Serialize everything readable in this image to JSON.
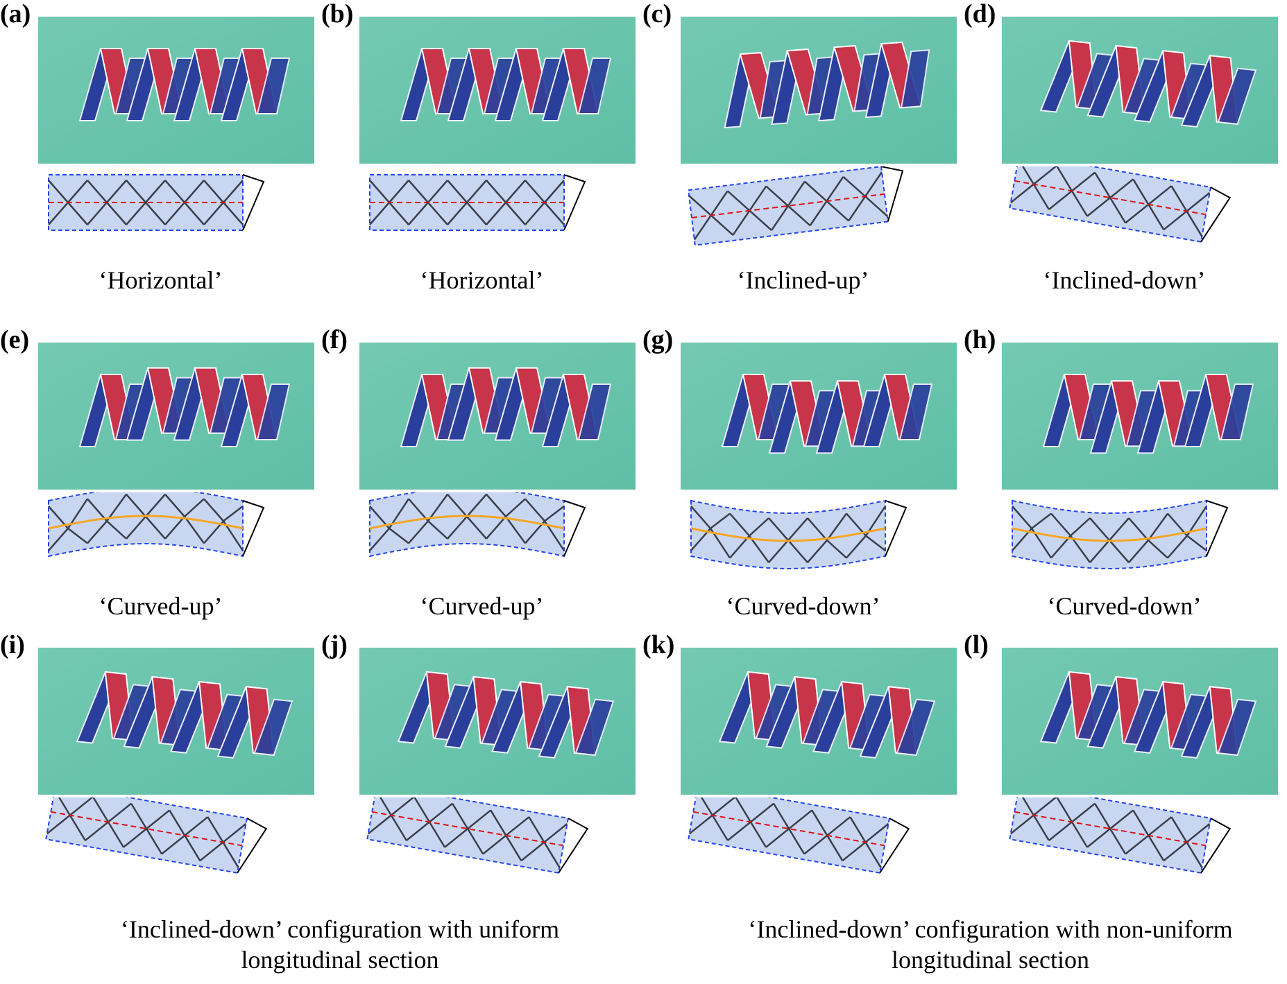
{
  "panels": [
    {
      "label": "(a)",
      "caption": "‘Horizontal’",
      "shape": "horizontal"
    },
    {
      "label": "(b)",
      "caption": "‘Horizontal’",
      "shape": "horizontal"
    },
    {
      "label": "(c)",
      "caption": "‘Inclined-up’",
      "shape": "inclined-up"
    },
    {
      "label": "(d)",
      "caption": "‘Inclined-down’",
      "shape": "inclined-down"
    },
    {
      "label": "(e)",
      "caption": "‘Curved-up’",
      "shape": "curved-up"
    },
    {
      "label": "(f)",
      "caption": "‘Curved-up’",
      "shape": "curved-up"
    },
    {
      "label": "(g)",
      "caption": "‘Curved-down’",
      "shape": "curved-down"
    },
    {
      "label": "(h)",
      "caption": "‘Curved-down’",
      "shape": "curved-down"
    },
    {
      "label": "(i)",
      "caption": "",
      "shape": "inclined-down"
    },
    {
      "label": "(j)",
      "caption": "",
      "shape": "inclined-down"
    },
    {
      "label": "(k)",
      "caption": "",
      "shape": "inclined-down"
    },
    {
      "label": "(l)",
      "caption": "",
      "shape": "inclined-down"
    }
  ],
  "bottom_captions": {
    "left_line1": "‘Inclined-down’  configuration with uniform",
    "left_line2": "longitudinal section",
    "right_line1": "‘Inclined-down’  configuration with non-uniform",
    "right_line2": "longitudinal section"
  },
  "colors": {
    "background_green": "#5fbfa6",
    "origami_red": "#c8344a",
    "origami_blue": "#2a3f9c",
    "envelope_fill": "#b7c8ee",
    "envelope_border": "#2244ee",
    "axis_red": "#dd1111",
    "curve_orange": "#f5a623"
  }
}
